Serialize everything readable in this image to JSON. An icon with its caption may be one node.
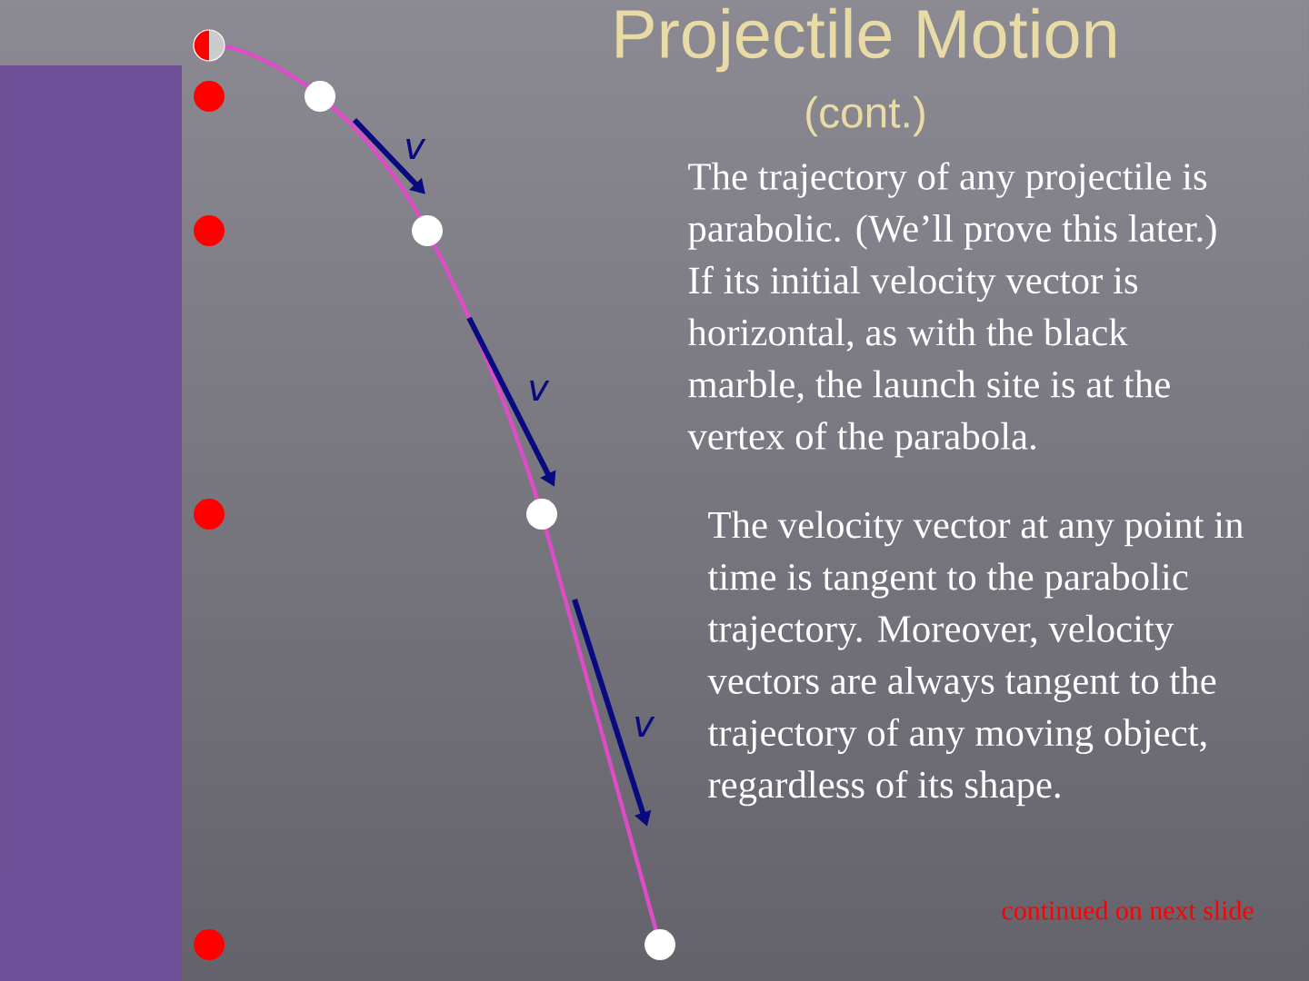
{
  "diagram": {
    "title": "Projectile Motion",
    "labels": [
      "(cont.)",
      "v",
      "The trajectory of any projectile is parabolic. (We’ll prove this later.) If its initial velocity vector is horizontal, as with the black marble, the launch site is at the vertex of the parabola.",
      "v",
      "The velocity vector at any point in time is tangent to the parabolic trajectory. Moreover, velocity vectors are always tangent to the trajectory of any moving object, regardless of its shape.",
      "v",
      "continued on next slide"
    ]
  }
}
